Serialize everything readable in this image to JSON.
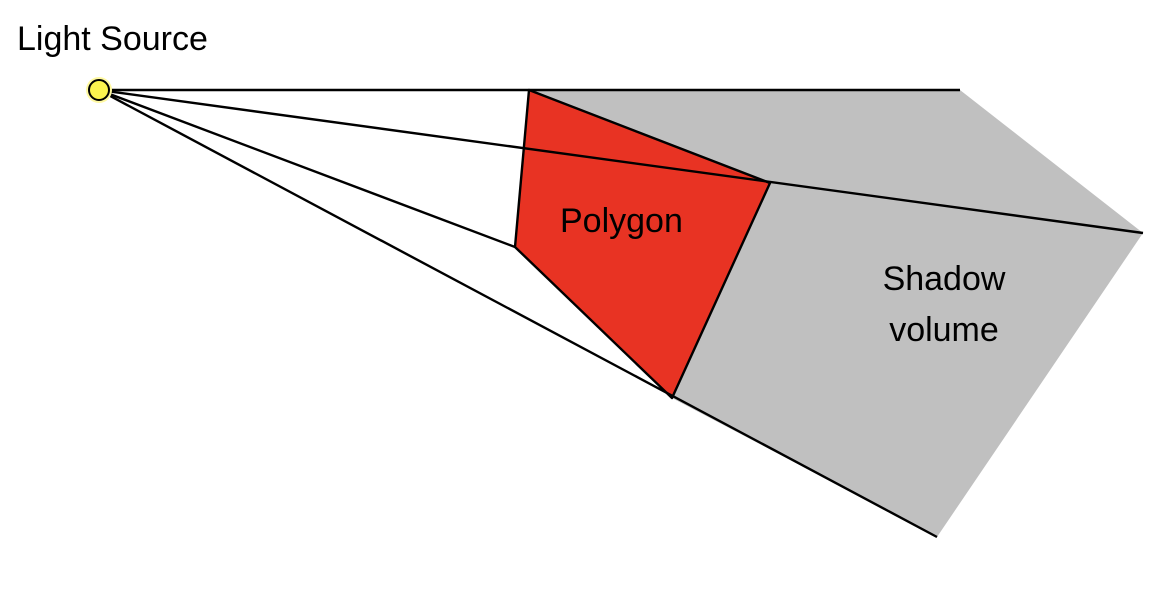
{
  "labels": {
    "light_source": "Light Source",
    "polygon": "Polygon",
    "shadow_line1": "Shadow",
    "shadow_line2": "volume"
  },
  "colors": {
    "background": "#ffffff",
    "shadow_fill": "#c0c0c0",
    "polygon_fill": "#e83323",
    "light_fill": "#fbf34e",
    "light_halo": "#fff9a0",
    "line": "#000000"
  }
}
